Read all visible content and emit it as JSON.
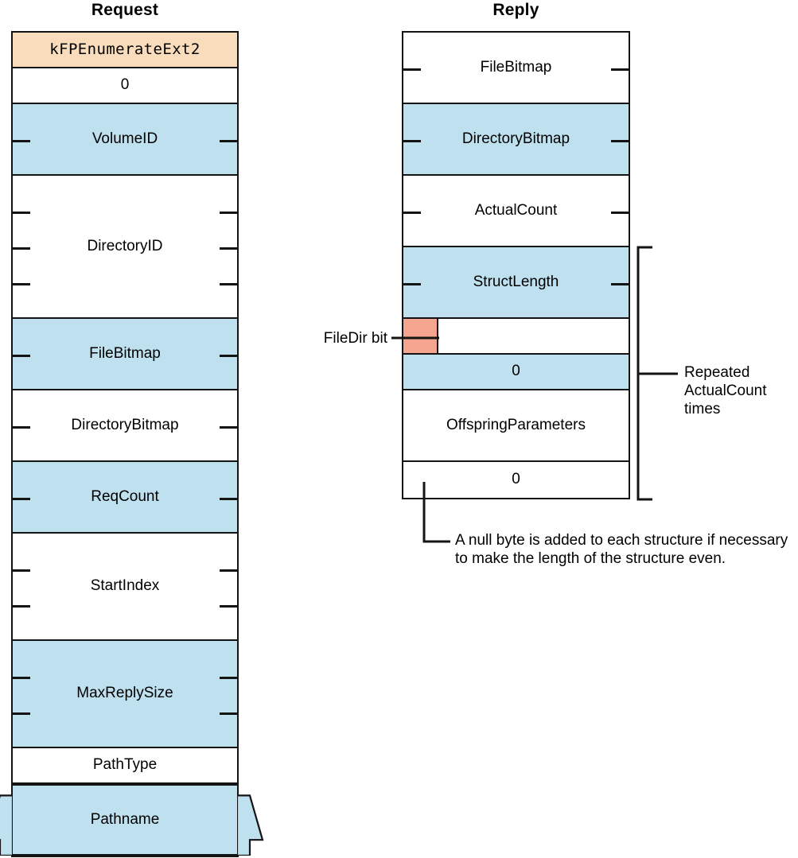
{
  "columns": {
    "request": {
      "title": "Request",
      "fields": [
        {
          "label": "kFPEnumerateExt2",
          "style": "peach",
          "mono": true,
          "rows": 1,
          "ticks": 0
        },
        {
          "label": "0",
          "style": "white",
          "mono": false,
          "rows": 1,
          "ticks": 0
        },
        {
          "label": "VolumeID",
          "style": "blue",
          "mono": false,
          "rows": 2,
          "ticks": 1
        },
        {
          "label": "DirectoryID",
          "style": "white",
          "mono": false,
          "rows": 4,
          "ticks": 3
        },
        {
          "label": "FileBitmap",
          "style": "blue",
          "mono": false,
          "rows": 2,
          "ticks": 1
        },
        {
          "label": "DirectoryBitmap",
          "style": "white",
          "mono": false,
          "rows": 2,
          "ticks": 1
        },
        {
          "label": "ReqCount",
          "style": "blue",
          "mono": false,
          "rows": 2,
          "ticks": 1
        },
        {
          "label": "StartIndex",
          "style": "white",
          "mono": false,
          "rows": 3,
          "ticks": 2
        },
        {
          "label": "MaxReplySize",
          "style": "blue",
          "mono": false,
          "rows": 3,
          "ticks": 2
        },
        {
          "label": "PathType",
          "style": "white",
          "mono": false,
          "rows": 1,
          "ticks": 0
        },
        {
          "label": "Pathname",
          "style": "blue",
          "mono": false,
          "rows": 2,
          "ticks": 0,
          "torn": true
        }
      ]
    },
    "reply": {
      "title": "Reply",
      "fields": [
        {
          "label": "FileBitmap",
          "style": "white",
          "mono": false,
          "rows": 2,
          "ticks": 1
        },
        {
          "label": "DirectoryBitmap",
          "style": "blue",
          "mono": false,
          "rows": 2,
          "ticks": 1
        },
        {
          "label": "ActualCount",
          "style": "white",
          "mono": false,
          "rows": 2,
          "ticks": 1
        },
        {
          "label": "StructLength",
          "style": "blue",
          "mono": false,
          "rows": 2,
          "ticks": 1
        },
        {
          "label": "",
          "style": "split",
          "mono": false,
          "rows": 1,
          "ticks": 0
        },
        {
          "label": "0",
          "style": "blue",
          "mono": false,
          "rows": 1,
          "ticks": 0
        },
        {
          "label": "OffspringParameters",
          "style": "white",
          "mono": false,
          "rows": 2,
          "ticks": 0,
          "dashed_bottom": true
        },
        {
          "label": "0",
          "style": "white",
          "mono": false,
          "rows": 1,
          "ticks": 0
        }
      ]
    }
  },
  "annotations": {
    "filedir_bit": "FileDir bit",
    "repeated": "Repeated\nActualCount\ntimes",
    "null_byte": "A null byte is added to each structure if necessary to make the length of the structure even."
  },
  "colors": {
    "field_blue": "#bfe1ef",
    "field_peach": "#f9dcbc",
    "filedir_bit": "#f4a48f",
    "outline": "#141414",
    "background": "#ffffff"
  }
}
